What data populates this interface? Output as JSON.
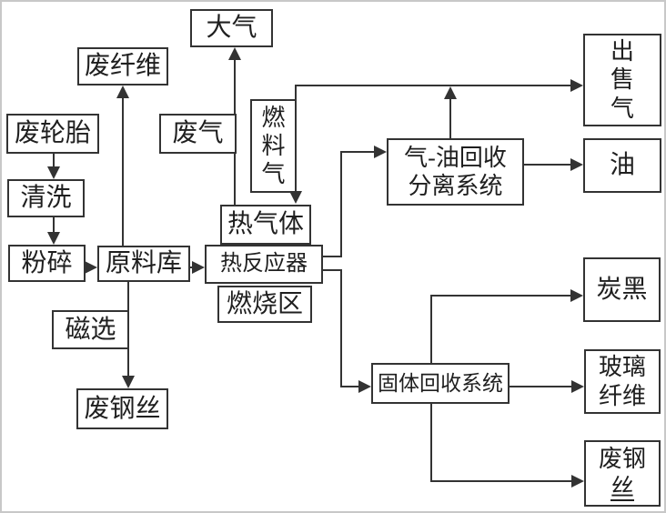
{
  "diagram": {
    "description": "waste tire pyrolysis recycling process flowchart",
    "colors": {
      "line": "#333333",
      "box_background": "#ffffff",
      "frame_border": "#c8c8c8",
      "text": "#1f1f1f"
    },
    "nodes": {
      "atmosphere": {
        "label": "大气"
      },
      "waste_fiber": {
        "label": "废纤维"
      },
      "waste_tire": {
        "label": "废轮胎"
      },
      "waste_gas": {
        "label": "废气"
      },
      "fuel_gas": {
        "l1": "燃",
        "l2": "料",
        "l3": "气"
      },
      "washing": {
        "label": "清洗"
      },
      "crushing": {
        "label": "粉碎"
      },
      "raw_material_storage": {
        "label": "原料库"
      },
      "hot_gas": {
        "label": "热气体"
      },
      "thermal_reactor": {
        "label": "热反应器"
      },
      "combustion_zone": {
        "label": "燃烧区"
      },
      "magnetic_separation": {
        "label": "磁选"
      },
      "waste_steel_wire": {
        "label": "废钢丝"
      },
      "gas_oil_recovery": {
        "l1": "气-油回收",
        "l2": "分离系统"
      },
      "gas_for_sale": {
        "l1": "出",
        "l2": "售",
        "l3": "气"
      },
      "oil": {
        "label": "油"
      },
      "carbon_black": {
        "label": "炭黑"
      },
      "glass_fiber": {
        "l1": "玻璃",
        "l2": "纤维"
      },
      "waste_steel_wire_output": {
        "l1": "废钢",
        "l2": "丝"
      },
      "solid_recovery": {
        "label": "固体回收系统"
      }
    }
  }
}
